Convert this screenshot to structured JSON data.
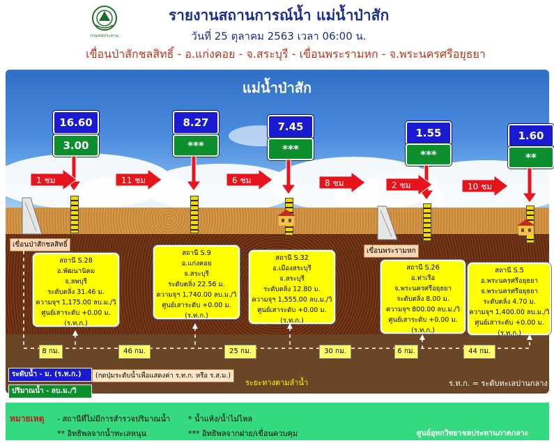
{
  "header": {
    "logo_text": "กรมชลประทาน",
    "title": "รายงานสถานการณ์น้ำ แม่น้ำป่าสัก",
    "subtitle": "วันที่ 25 ตุลาคม 2563 เวลา 06:00 น.",
    "route": "เขื่อนป่าสักชลสิทธิ์ - อ.แก่งคอย - จ.สระบุรี - เขื่อนพระรามหก - จ.พระนครศรีอยุธยา"
  },
  "river_title": "แม่น้ำป่าสัก",
  "gauges": [
    {
      "level": "16.60",
      "flow": "3.00"
    },
    {
      "level": "8.27",
      "flow": "***"
    },
    {
      "level": "7.45",
      "flow": "***"
    },
    {
      "level": "1.55",
      "flow": "***"
    },
    {
      "level": "1.60",
      "flow": "**"
    }
  ],
  "travel_times": [
    "1 ชม",
    "11 ชม",
    "6 ชม",
    "8 ชม",
    "2 ชม",
    "10 ชม"
  ],
  "dams": [
    "เขื่อนป่าสักชลสิทธิ์",
    "เขื่อนพระรามหก"
  ],
  "stations": [
    {
      "lines": [
        "สถานี S.28",
        "อ.พัฒนานิคม",
        "จ.ลพบุรี",
        "ระดับตลิ่ง 31.46 ม.",
        "ความจุฯ 1,175.00 ลบ.ม./วิ",
        "ศูนย์เสาระดับ +0.00 ม.(ร.ท.ก.)"
      ]
    },
    {
      "lines": [
        "สถานี S.9",
        "อ.แก่งคอย",
        "จ.สระบุรี",
        "ระดับตลิ่ง 22.56 ม.",
        "ความจุฯ 1,740.00 ลบ.ม./วิ",
        "ศูนย์เสาระดับ +0.00 ม.(ร.ท.ก.)"
      ]
    },
    {
      "lines": [
        "สถานี S.32",
        "อ.เมืองสระบุรี",
        "จ.สระบุรี",
        "ระดับตลิ่ง 12.80 ม.",
        "ความจุฯ 1,555.00 ลบ.ม./วิ",
        "ศูนย์เสาระดับ +0.00 ม.(ร.ท.ก.)"
      ]
    },
    {
      "lines": [
        "สถานี S.26",
        "อ.ท่าเรือ",
        "จ.พระนครศรีอยุธยา",
        "ระดับตลิ่ง 8.00 ม.",
        "ความจุฯ 800.00 ลบ.ม./วิ",
        "ศูนย์เสาระดับ +0.00 ม.(ร.ท.ก.)"
      ]
    },
    {
      "lines": [
        "สถานี S.5",
        "อ.พระนครศรีอยุธยา",
        "จ.พระนครศรีอยุธยา",
        "ระดับตลิ่ง 4.70 ม.",
        "ความจุฯ 1,400.00 ลบ.ม./วิ",
        "ศูนย์เสาระดับ +0.00 ม.(ร.ท.ก.)"
      ]
    }
  ],
  "distances": [
    "8 กม.",
    "46 กม.",
    "25 กม.",
    "30 กม.",
    "6 กม.",
    "44 กม."
  ],
  "legend": {
    "level_label": "ระดับน้ำ - ม. (ร.ท.ก.)",
    "flow_label": "ปริมาณน้ำ - ลบ.ม./วิ",
    "note_paren": "(กดปุ่มระดับน้ำเพื่อแสดงค่า ร.ท.ก. หรือ ร.ส.ม.)",
    "distance_note": "ระยะทางตามลำน้ำ",
    "rtk_note": "ร.ท.ก. = ระดับทะเลปานกลาง"
  },
  "notes": {
    "title": "หมายเหตุ",
    "n1": "-   สถานีที่ไม่มีการสำรวจปริมาณน้ำ",
    "n2": "*   น้ำแห้ง/น้ำไม่ไหล",
    "n3": "** อิทธิพลจากน้ำทะเลหนุน",
    "n4": "*** อิทธิพลจากฝาย/เขื่อนควบคุม",
    "center": "ศูนย์อุทกวิทยาชลประทานภาคกลาง"
  },
  "colors": {
    "level_blue": "#1a1ad0",
    "flow_green": "#0e8f2e",
    "title_blue": "#1a2f8a",
    "route_red": "#b5331b",
    "note_green": "#35d97f"
  }
}
